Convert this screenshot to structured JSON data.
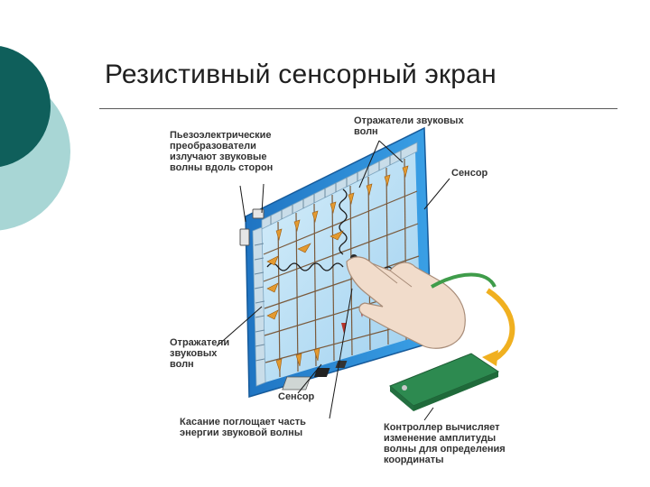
{
  "slide": {
    "title": "Резистивный сенсорный экран"
  },
  "diagram": {
    "labels": {
      "piezo": "Пьезоэлектрические\nпреобразователи\nизлучают звуковые\nволны вдоль сторон",
      "reflectors_top": "Отражатели звуковых\nволн",
      "sensor_right": "Сенсор",
      "reflectors_left": "Отражатели\nзвуковых\nволн",
      "sensor_bottom": "Сенсор",
      "touch": "Касание поглощает часть\nэнергии звуковой волны",
      "controller": "Контроллер вычисляет\nизменение амплитуды\nволны для определения\nкоординаты"
    }
  },
  "colors": {
    "teal_dark": "#0e5e5a",
    "teal_light": "#9dd0cf",
    "panel_blue": "#2f8fd8",
    "panel_glass": "#bfe3f5",
    "reflector_orange": "#e8a23a",
    "pcb_green": "#2e7d4a",
    "arrow_green": "#4caf50"
  }
}
